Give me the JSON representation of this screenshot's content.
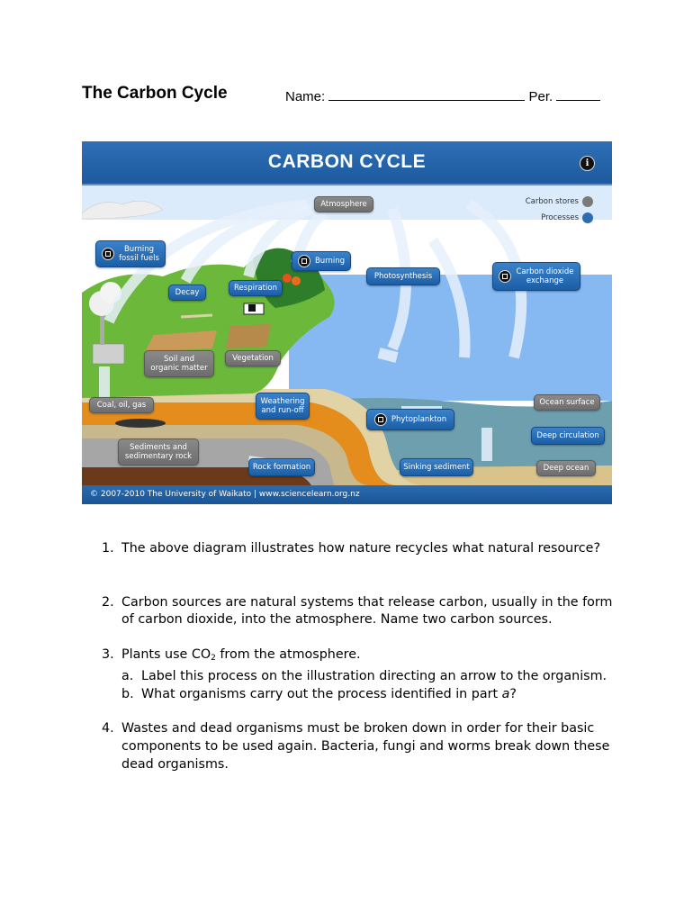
{
  "header": {
    "title": "The Carbon Cycle",
    "name_label": "Name:",
    "period_label": "Per."
  },
  "diagram": {
    "title": "CARBON CYCLE",
    "info_icon": "info-icon",
    "legend": {
      "stores_label": "Carbon stores",
      "stores_color": "#7a7a7a",
      "processes_label": "Processes",
      "processes_color": "#2a6db3"
    },
    "carbon_stores": [
      {
        "label": "Atmosphere"
      },
      {
        "label": "Soil and organic matter"
      },
      {
        "label": "Vegetation"
      },
      {
        "label": "Coal, oil, gas"
      },
      {
        "label": "Sediments and sedimentary rock"
      },
      {
        "label": "Ocean surface"
      },
      {
        "label": "Deep ocean"
      }
    ],
    "processes": [
      {
        "label": "Burning fossil fuels",
        "icon": "video-icon"
      },
      {
        "label": "Burning",
        "icon": "video-icon"
      },
      {
        "label": "Decay"
      },
      {
        "label": "Respiration"
      },
      {
        "label": "Photosynthesis"
      },
      {
        "label": "Carbon dioxide exchange",
        "icon": "video-icon"
      },
      {
        "label": "Weathering and run-off"
      },
      {
        "label": "Phytoplankton",
        "icon": "video-icon"
      },
      {
        "label": "Deep circulation"
      },
      {
        "label": "Rock formation"
      },
      {
        "label": "Sinking sediment"
      }
    ],
    "footer": "© 2007-2010 The University of Waikato | www.sciencelearn.org.nz"
  },
  "questions": [
    {
      "number": "1.",
      "text": "The above diagram illustrates how nature recycles what natural resource?"
    },
    {
      "number": "2.",
      "text": "Carbon sources are natural systems that release carbon, usually in the form of carbon dioxide, into the atmosphere.  Name two carbon sources."
    },
    {
      "number": "3.",
      "text_before": "Plants use CO",
      "subscript": "2",
      "text_after": " from the atmosphere.",
      "parts": [
        {
          "letter": "a.",
          "text": "Label this process on the illustration directing an arrow to the organism."
        },
        {
          "letter": "b.",
          "text_before": "What organisms carry out the process identified in part ",
          "italic": "a",
          "text_after": "?"
        }
      ]
    },
    {
      "number": "4.",
      "text": "Wastes and dead organisms must be broken down in order for their basic components to be used again.  Bacteria, fungi and worms break down these dead organisms."
    }
  ]
}
